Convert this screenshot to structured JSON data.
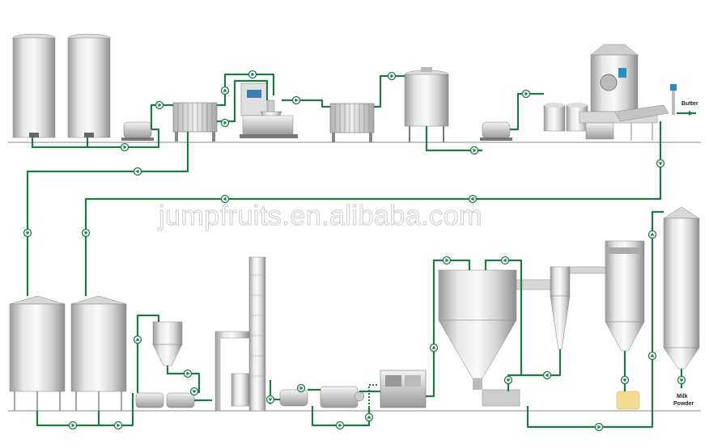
{
  "labels": {
    "butter": "Butter",
    "milk_powder_line1": "Milk",
    "milk_powder_line2": "Powder"
  },
  "watermark": "jumpfruits.en.alibaba.com",
  "colors": {
    "pipe": "#1e7a45",
    "tank_light": "#f2f2f2",
    "tank_dark": "#a9a9a9",
    "floor": "#8a8a8a",
    "arrow_fill": "#ffffff",
    "powder": "#f3dc92",
    "valve_blue": "#2a8fbf"
  },
  "icons": [
    "flow-arrow-icon",
    "valve-icon",
    "pump-icon"
  ]
}
